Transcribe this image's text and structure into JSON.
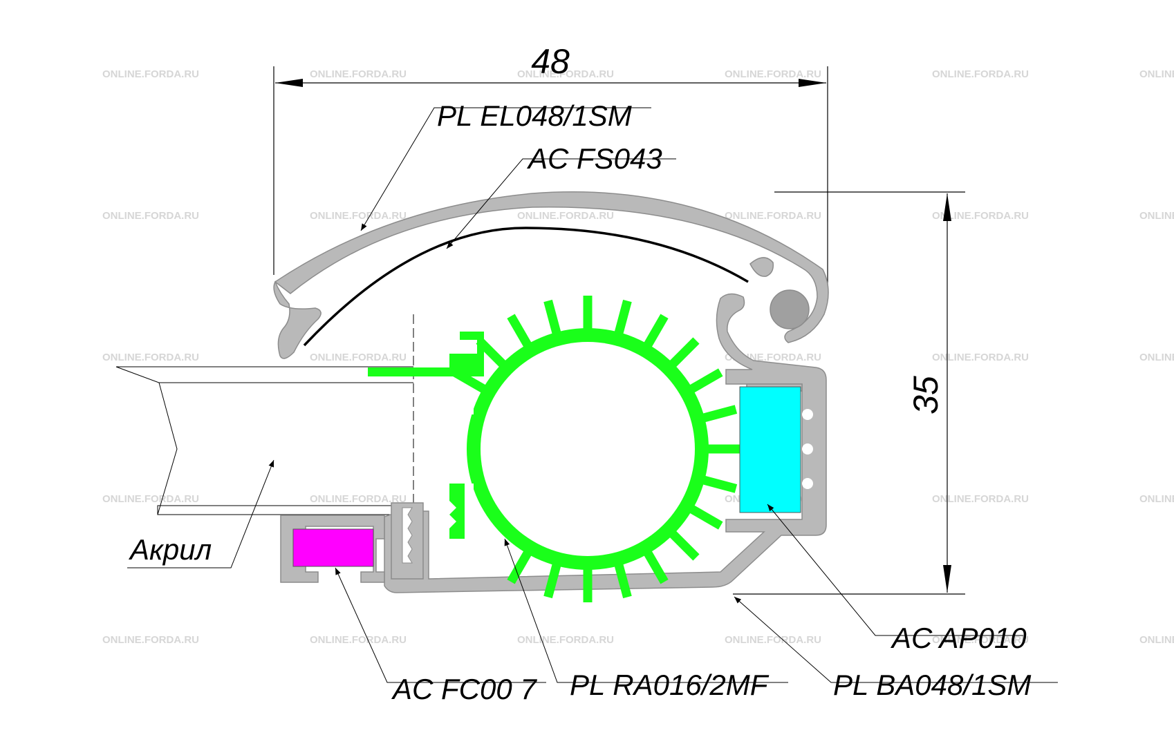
{
  "dimensions": {
    "width": "48",
    "height": "35"
  },
  "labels": {
    "el048": "PL EL048/1SM",
    "fs043": "AC FS043",
    "acryl": "Акрил",
    "fc007": "AC FC00 7",
    "ra016": "PL RA016/2MF",
    "ba048": "PL BA048/1SM",
    "ap010": "AC AP010"
  },
  "watermark": "ONLINE.FORDA.RU",
  "colors": {
    "aluminium": "#b9b9b9",
    "radiator": "#1aff1a",
    "led_insert": "#00ffff",
    "magnet": "#ff00ff",
    "line": "#000000"
  }
}
